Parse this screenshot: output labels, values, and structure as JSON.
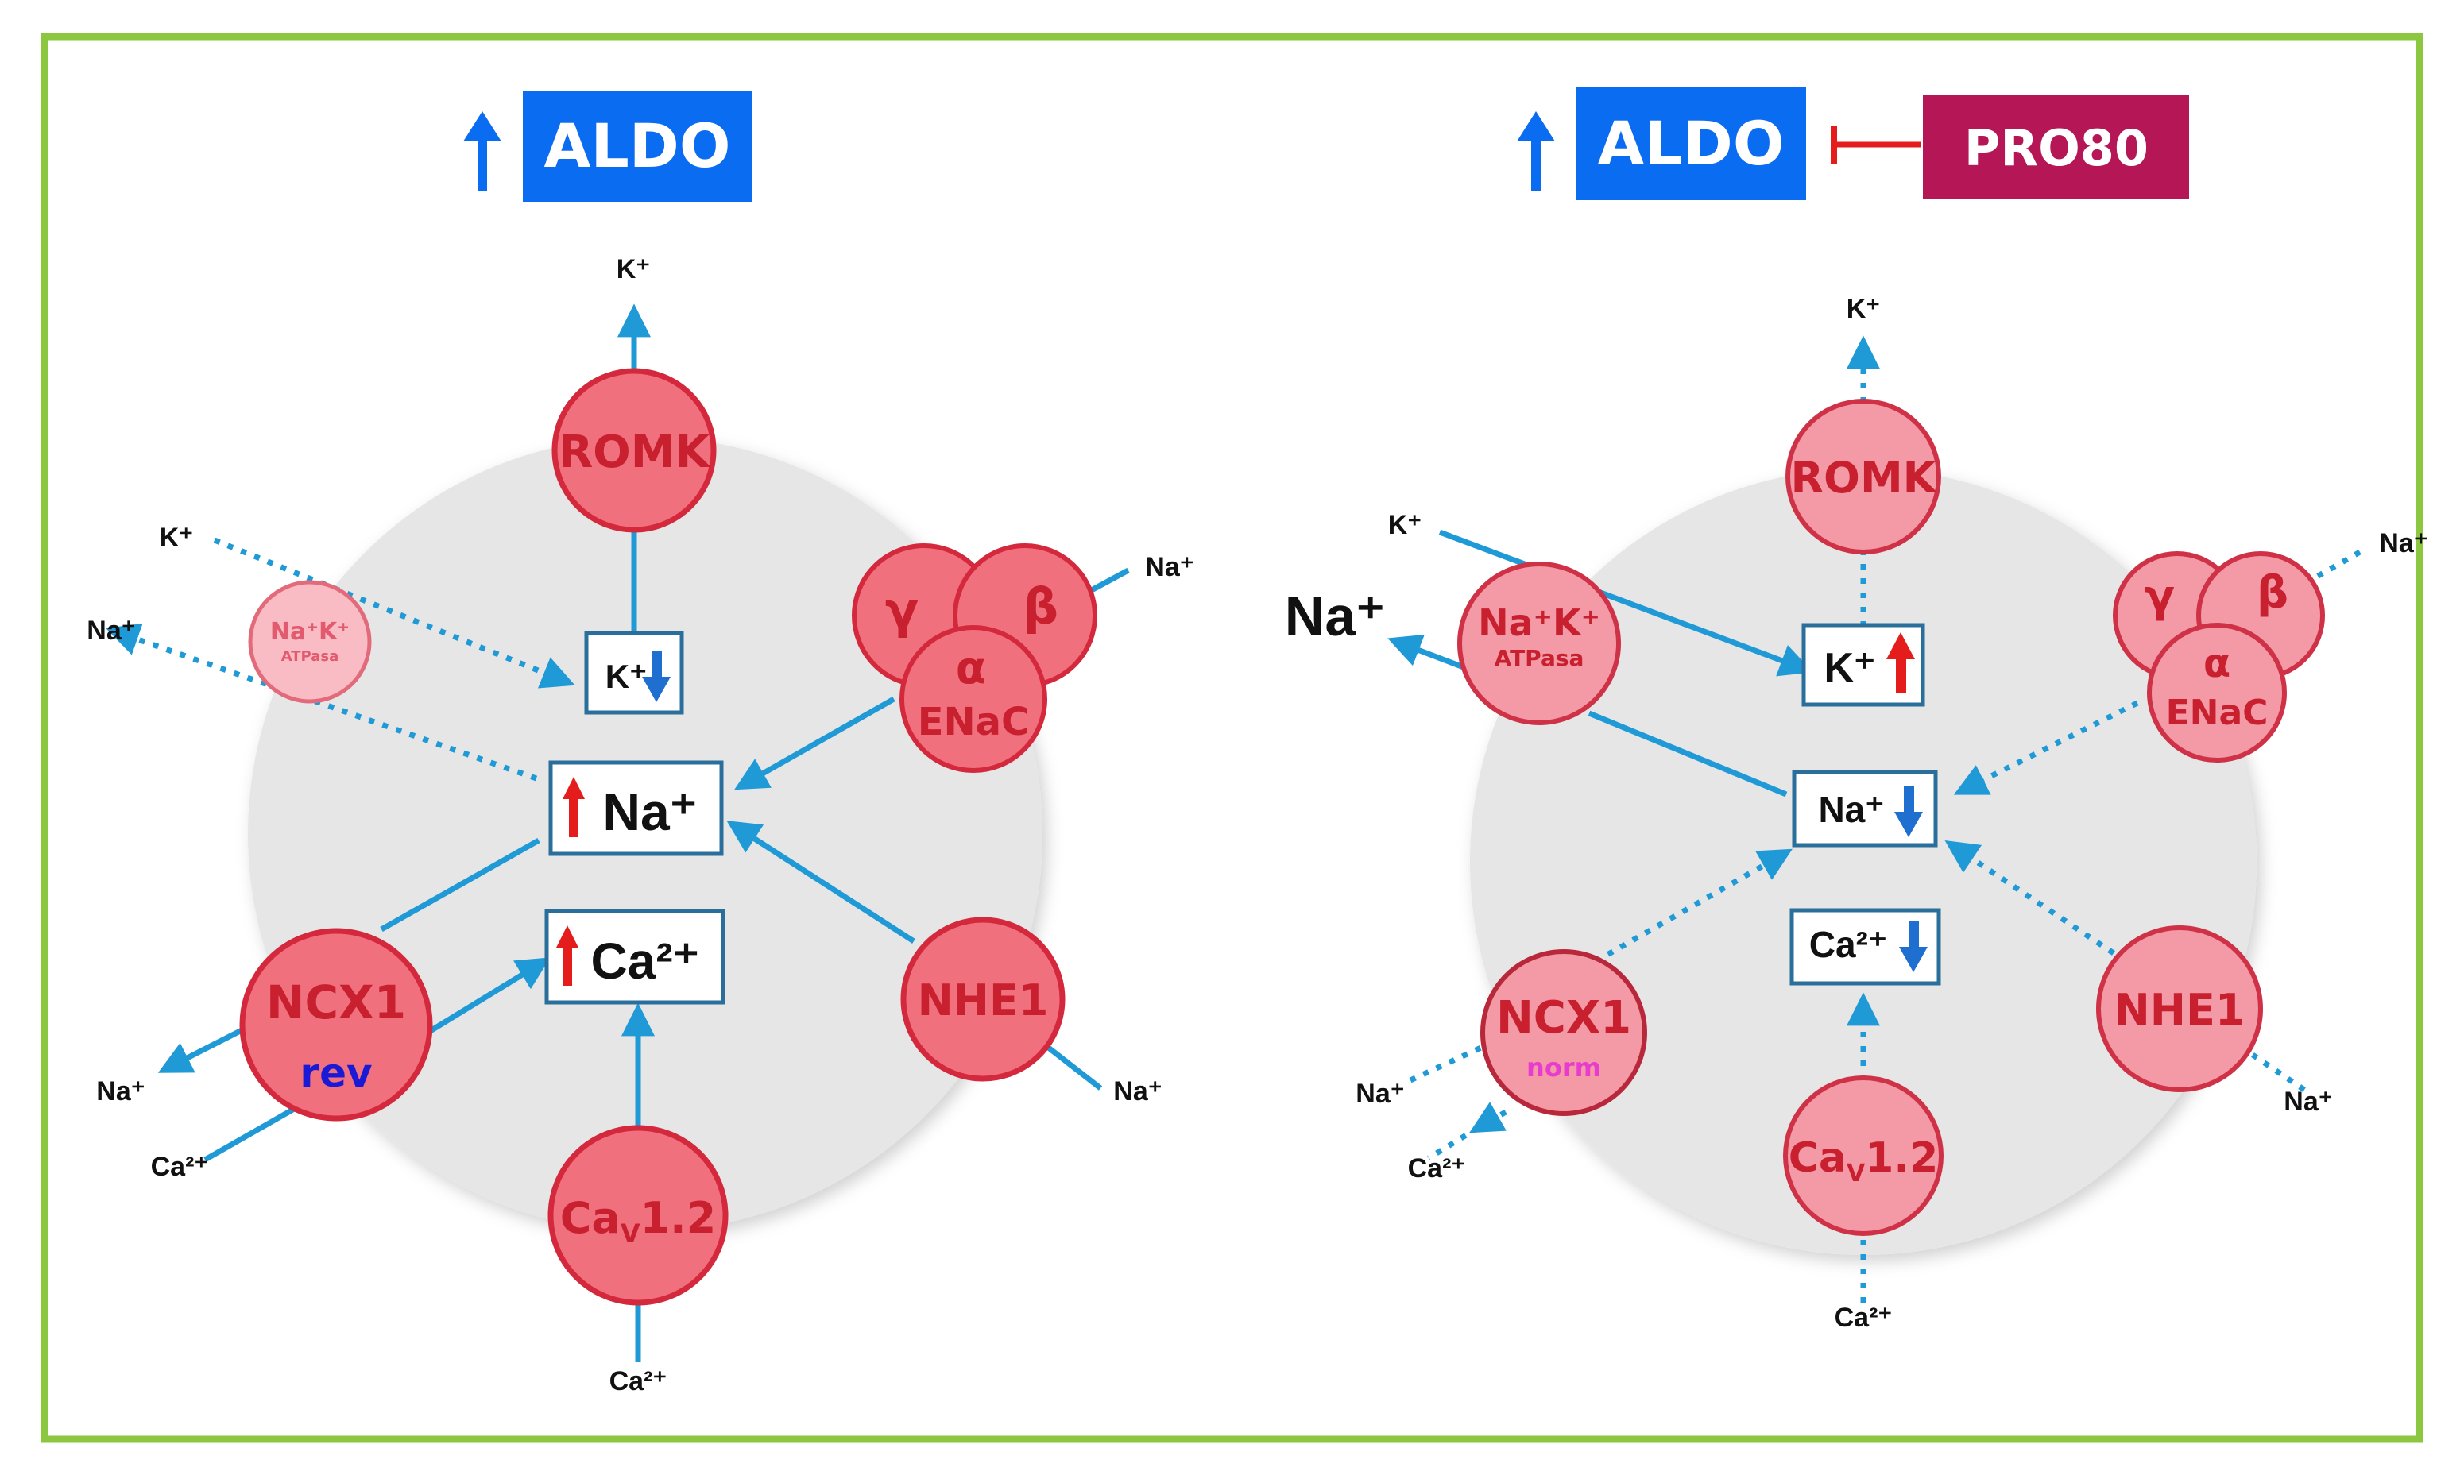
{
  "panels": {
    "left": {
      "aldo_label": "ALDO",
      "channels": {
        "romk": "ROMK",
        "nak_line1": "Na⁺K⁺",
        "nak_line2": "ATPasa",
        "gamma": "γ",
        "beta": "β",
        "alpha": "α",
        "enac": "ENaC",
        "ncx1": "NCX1",
        "ncx1_mode": "rev",
        "nhe1": "NHE1",
        "cav_main": "Ca",
        "cav_sub": "V",
        "cav_rest": "1.2"
      },
      "boxes": {
        "k_label": "K⁺",
        "na_label": "Na⁺",
        "ca_label": "Ca²⁺"
      },
      "ions": {
        "k_top": "K⁺",
        "k_left": "K⁺",
        "na_left": "Na⁺",
        "na_enac": "Na⁺",
        "na_ncx": "Na⁺",
        "ca_ncx": "Ca²⁺",
        "na_nhe": "Na⁺",
        "ca_bottom": "Ca²⁺"
      }
    },
    "right": {
      "aldo_label": "ALDO",
      "inhibitor_label": "PRO80",
      "channels": {
        "romk": "ROMK",
        "nak_line1": "Na⁺K⁺",
        "nak_line2": "ATPasa",
        "gamma": "γ",
        "beta": "β",
        "alpha": "α",
        "enac": "ENaC",
        "ncx1": "NCX1",
        "ncx1_mode": "norm",
        "nhe1": "NHE1",
        "cav_main": "Ca",
        "cav_sub": "V",
        "cav_rest": "1.2"
      },
      "boxes": {
        "k_label": "K⁺",
        "na_label": "Na⁺",
        "ca_label": "Ca²⁺"
      },
      "ions": {
        "k_top": "K⁺",
        "k_left": "K⁺",
        "na_big": "Na⁺",
        "na_enac": "Na⁺",
        "na_ncx": "Na⁺",
        "ca_ncx": "Ca²⁺",
        "na_nhe": "Na⁺",
        "ca_bottom": "Ca²⁺"
      }
    }
  },
  "colors": {
    "frame": "#8dc63f",
    "cell": "#e6e6e6",
    "channel_fill_left": "#f0707e",
    "channel_fill_right": "#f39aa6",
    "channel_stroke": "#d4283c",
    "aldo_fill": "#0a6cf0",
    "inhibitor_fill": "#b51656",
    "flow": "#1f9ad6",
    "up_arrow": "#e41c1c",
    "down_arrow": "#1f6fd0",
    "rev_text": "#1a1ad6",
    "norm_text": "#e83ccf"
  },
  "icons": {
    "increase": "up-arrow-icon",
    "decrease": "down-arrow-icon",
    "inhibition": "inhibition-bar-icon"
  }
}
